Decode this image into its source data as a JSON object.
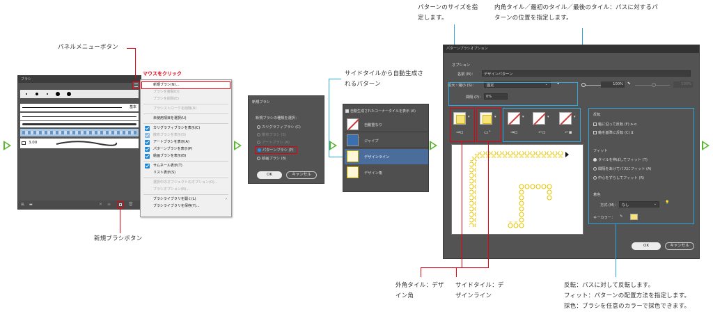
{
  "annotations": {
    "panel_menu_button": "パネルメニューボタン",
    "mouse_click": "マウスをクリック",
    "new_brush_button": "新規ブラシボタン",
    "side_tile_auto_line1": "サイドタイルから自動生成さ",
    "side_tile_auto_line2": "れるパターン",
    "pattern_size_line1": "パターンのサイズを指",
    "pattern_size_line2": "定します。",
    "inner_tile_line1": "内角タイル／最初のタイル／最後のタイル：パスに対するパ",
    "inner_tile_line2": "ターンの位置を指定します。",
    "outer_tile_line1": "外角タイル：デザ",
    "outer_tile_line2": "イン角",
    "side_tile_line1": "サイドタイル：デ",
    "side_tile_line2": "ザインライン",
    "flip_desc": "反転：パスに対して反転します。",
    "fit_desc": "フィット：パターンの配置方法を指定します。",
    "color_desc": "採色：ブラシを任意のカラーで採色できます。"
  },
  "brushes_panel": {
    "title": "ブラシ",
    "basic_label": "基本",
    "size_value": "3.00"
  },
  "panel_menu": {
    "items": [
      {
        "label": "新規ブラシ(N)...",
        "state": "highlighted"
      },
      {
        "label": "ブラシを複製(D)",
        "state": "disabled"
      },
      {
        "label": "ブラシを削除(E)",
        "state": "disabled"
      },
      {
        "label": "ブラシストロークを削除(R)",
        "state": "disabled"
      },
      {
        "label": "未使用項目を選択(U)",
        "state": "normal"
      },
      {
        "label": "カリグラフィブラシを表示(C)",
        "state": "checked"
      },
      {
        "label": "散布ブラシを表示(S)",
        "state": "checked-disabled"
      },
      {
        "label": "アートブラシを表示(A)",
        "state": "checked"
      },
      {
        "label": "パターンブラシを表示(P)",
        "state": "checked"
      },
      {
        "label": "絵画ブラシを表示(B)",
        "state": "checked"
      },
      {
        "label": "サムネール表示(T)",
        "state": "checked"
      },
      {
        "label": "リスト表示(S)",
        "state": "normal"
      },
      {
        "label": "選択中のオブジェクトのオプション(O)...",
        "state": "disabled"
      },
      {
        "label": "ブラシオプション(B)...",
        "state": "disabled"
      },
      {
        "label": "ブラシライブラリを開く(L)",
        "state": "submenu"
      },
      {
        "label": "ブラシライブラリを保存(Y)...",
        "state": "normal"
      }
    ]
  },
  "new_brush_dialog": {
    "title": "新規ブラシ",
    "prompt": "新規ブラシの種類を選択：",
    "options": [
      {
        "label": "カリグラフィブラシ (C)",
        "state": "normal"
      },
      {
        "label": "散布ブラシ (S)",
        "state": "disabled"
      },
      {
        "label": "アートブラシ (A)",
        "state": "disabled"
      },
      {
        "label": "パターンブラシ (P)",
        "state": "selected"
      },
      {
        "label": "絵画ブラシ (B)",
        "state": "normal"
      }
    ],
    "ok_label": "OK",
    "cancel_label": "キャンセル"
  },
  "tile_dropdown": {
    "header": "自動生成されたコーナータイルを表示 (A)",
    "items": [
      {
        "label": "自動重なり",
        "state": "normal"
      },
      {
        "label": "ジャイプ",
        "state": "normal"
      },
      {
        "label": "デザインライン",
        "state": "selected"
      },
      {
        "label": "デザイン角",
        "state": "normal"
      }
    ]
  },
  "pattern_brush_options": {
    "title": "パターンブラシオプション",
    "section_options": "オプション",
    "name_label": "名前 (N)：",
    "name_value": "デザインパターン",
    "scale_label": "拡大・縮小 (S)：",
    "scale_value": "固定",
    "scale_percent": "100%",
    "scale_percent_disabled": "100%",
    "spacing_label": "間隔 (P)：",
    "spacing_value": "0%",
    "flip_section": "反転",
    "flip_along": "軸に沿って反転 (F)",
    "flip_across": "軸を基準に反転 (C)",
    "fit_section": "フィット",
    "fit_stretch": "タイルを伸ばしてフィット (T)",
    "fit_spacing": "間隔をあけてパスにフィット (A)",
    "fit_approx": "中心をずらしてフィット (R)",
    "colorize_section": "着色",
    "method_label": "方式 (M)：",
    "method_value": "なし",
    "key_color_label": "キーカラー：",
    "ok_label": "OK",
    "cancel_label": "キャンセル"
  },
  "colors": {
    "annotation_blue": "#2ea7e0",
    "annotation_red": "#e60012",
    "step_arrow_green": "#5cb531",
    "dialog_dark": "#535353",
    "pattern_yellow": "#f8e37a"
  }
}
